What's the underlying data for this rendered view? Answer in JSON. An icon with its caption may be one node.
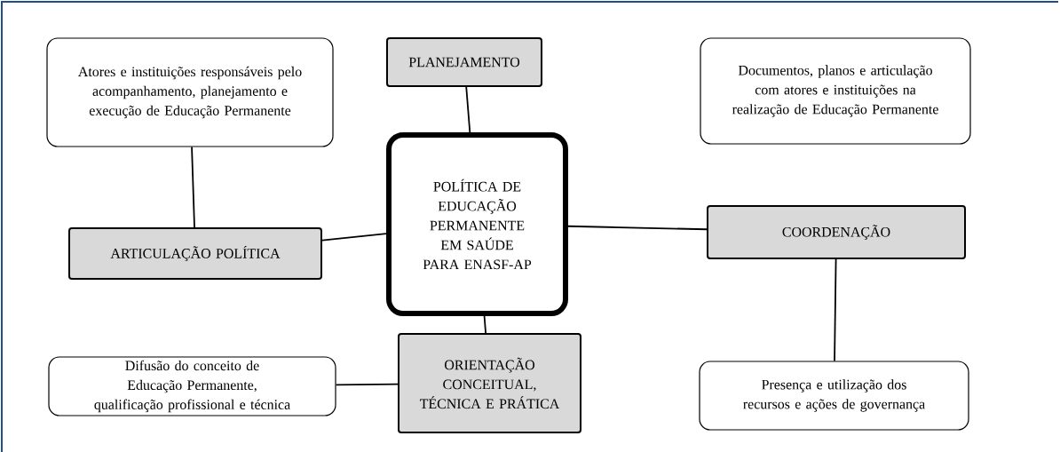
{
  "diagram": {
    "nodes": [
      {
        "text": [
          "Atores e instituições responsáveis pelo acompanhamento, planejamento e execução de Educação Permanente"
        ]
      },
      {
        "text": [
          "PLANEJAMENTO"
        ]
      },
      {
        "text": [
          "Documentos, planos e articulação com atores e instituições na realização de Educação Permanente"
        ]
      },
      {
        "text": [
          "POLÍTICA DE EDUCAÇÃO PERMANENTE EM SAÚDE PARA ENASF-AP"
        ]
      },
      {
        "text": [
          "ARTICULAÇÃO POLÍTICA"
        ]
      },
      {
        "text": [
          "COORDENAÇÃO"
        ]
      },
      {
        "text": [
          "Difusão do conceito de Educação Permanente, qualificação profissional e técnica"
        ]
      },
      {
        "text": [
          "ORIENTAÇÃO CONCEITUAL, TÉCNICA E PRÁTICA"
        ]
      },
      {
        "text": [
          "Presença e utilização dos recursos e ações de governança"
        ]
      }
    ],
    "edges": [
      {
        "from": 3,
        "to": 1,
        "arrow": "none"
      },
      {
        "from": 3,
        "to": 4,
        "arrow": "none"
      },
      {
        "from": 3,
        "to": 5,
        "arrow": "none"
      },
      {
        "from": 3,
        "to": 7,
        "arrow": "none"
      },
      {
        "from": 0,
        "to": 4,
        "arrow": "none"
      },
      {
        "from": 5,
        "to": 8,
        "arrow": "none"
      },
      {
        "from": 6,
        "to": 7,
        "arrow": "none"
      }
    ]
  }
}
